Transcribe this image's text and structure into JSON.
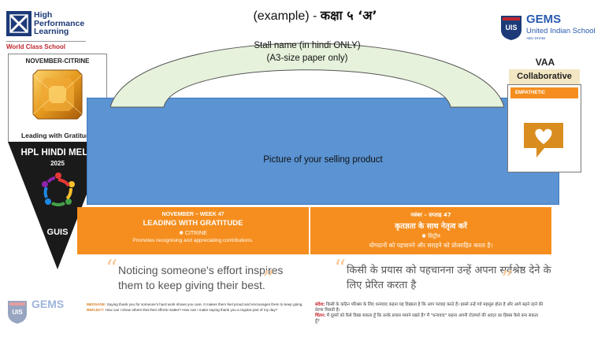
{
  "header": {
    "title_prefix": "(example) - ",
    "title_hindi": "कक्षा ५ ‘अ’"
  },
  "hpl_logo": {
    "line1": "High",
    "line2": "Performance",
    "line3": "Learning",
    "tagline": "World Class School"
  },
  "citrine_card": {
    "month": "NOVEMBER-CITRINE",
    "caption": "Leading with Gratitude"
  },
  "mela": {
    "title": "HPL HINDI MELA",
    "year": "2025",
    "school": "GUIS"
  },
  "stall": {
    "line1": "Stall name (in hindi ONLY)",
    "line2": "(A3-size paper only)"
  },
  "product": {
    "label": "Picture of your selling product"
  },
  "band_en": {
    "sub": "NOVEMBER – WEEK 47",
    "title": "LEADING WITH GRATITUDE",
    "gem": "CITRINE",
    "desc": "Promotes recognising and appreciating contributions."
  },
  "band_hi": {
    "sub": "नवंबर – सप्ताह 47",
    "title": "कृतज्ञता के साथ नेतृत्व करें",
    "gem": "सिट्रीन",
    "desc": "योगदानों को पहचानने और सराहने को प्रोत्साहित करता है।"
  },
  "quote_en": {
    "text": "Noticing someone's effort inspires them to keep giving their best."
  },
  "quote_hi": {
    "text": "किसी के प्रयास को पहचानना उन्हें अपना सर्वश्रेष्ठ देने के लिए प्रेरित करता है"
  },
  "small_en": {
    "label1": "MESSAGE:",
    "text1": "Saying thank you for someone's hard work shows you care. It makes them feel proud and encourages them to keep going.",
    "label2": "REFLECT:",
    "text2": "How can I show others that their efforts matter? How can I make saying thank you a regular part of my day?"
  },
  "small_hi": {
    "label1": "संदेश:",
    "text1": "किसी के कठिन परिश्रम के लिए धन्यवाद कहना यह दिखाता है कि आप परवाह करते हैं। इससे उन्हें गर्व महसूस होता है और आगे बढ़ने रहने की प्रेरणा मिलती है।",
    "label2": "चिंतन:",
    "text2": "मैं दूसरों को कैसे दिखा सकता हूँ कि उनके प्रयास मायने रखते हैं? मैं \"धन्यवाद\" कहना अपनी रोज़मर्रा की आदत का हिस्सा कैसे बना सकता हूँ?"
  },
  "gems_top": {
    "mark": "UIS",
    "wordmark": "GEMS",
    "school": "United Indian School",
    "city": "ABU DHABI"
  },
  "vaa": {
    "label": "VAA",
    "badge": "Collaborative",
    "card_header": "EMPATHETIC"
  },
  "gems_bottom": {
    "mark": "UIS",
    "wordmark": "GEMS"
  },
  "colors": {
    "orange": "#f58e1e",
    "blue": "#5b93d3",
    "arch": "#e6f2dc",
    "navy": "#1d3a78"
  }
}
